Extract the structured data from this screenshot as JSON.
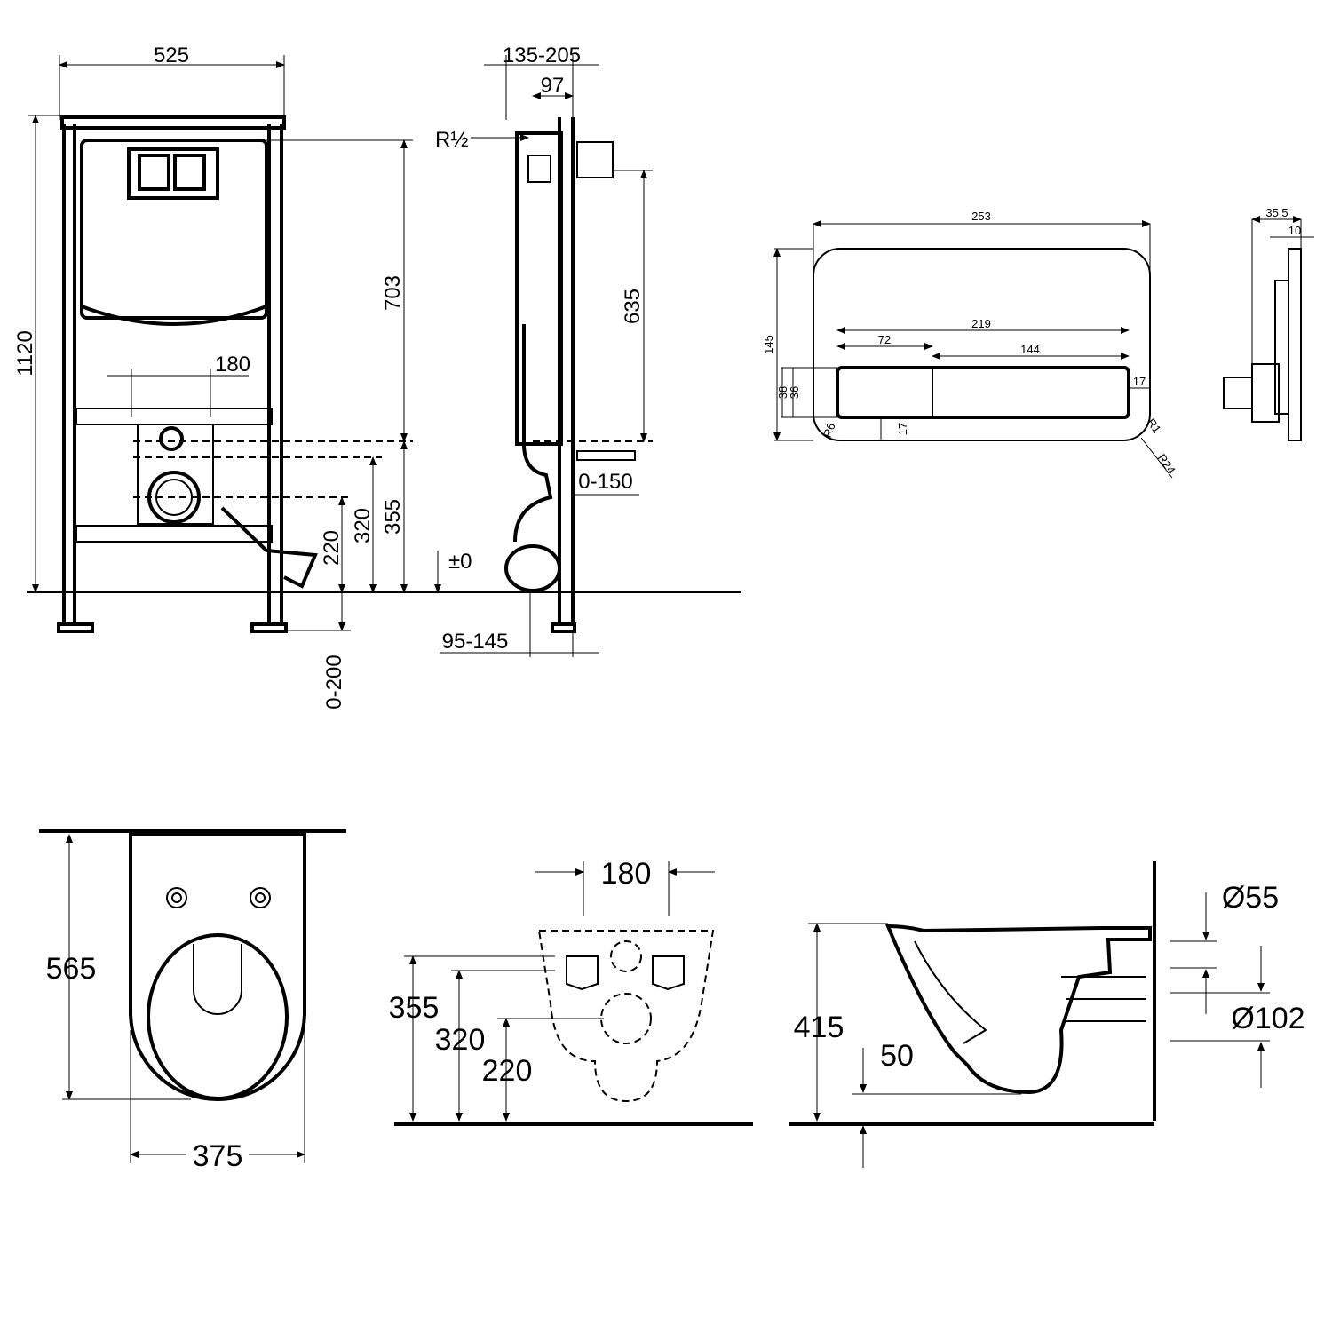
{
  "frame_front": {
    "width": "525",
    "height": "1120",
    "cistern_height": "703",
    "bolt_spacing": "180",
    "dim_355": "355",
    "dim_320": "320",
    "dim_220": "220",
    "leg_adjust": "0-200"
  },
  "frame_side": {
    "depth": "135-205",
    "dim_97": "97",
    "inlet": "R½",
    "dim_635": "635",
    "dim_0_150": "0-150",
    "floor_level": "±0",
    "dim_95_145": "95-145"
  },
  "flush_plate_front": {
    "width": "253",
    "height": "145",
    "buttons_width": "219",
    "small_button": "72",
    "large_button": "144",
    "side_margin": "17",
    "bottom_margin": "17",
    "outer_button_h": "38",
    "inner_button_h": "36",
    "r6": "R6",
    "r1": "R1",
    "r24": "R24"
  },
  "flush_plate_side": {
    "total_depth": "35.5",
    "plate_depth": "10"
  },
  "pan_top": {
    "length": "565",
    "width": "375"
  },
  "pan_back": {
    "bolt_spacing": "180",
    "dim_355": "355",
    "dim_320": "320",
    "dim_220": "220"
  },
  "pan_side": {
    "height": "415",
    "dim_50": "50",
    "inlet_dia": "Ø55",
    "outlet_dia": "Ø102"
  }
}
